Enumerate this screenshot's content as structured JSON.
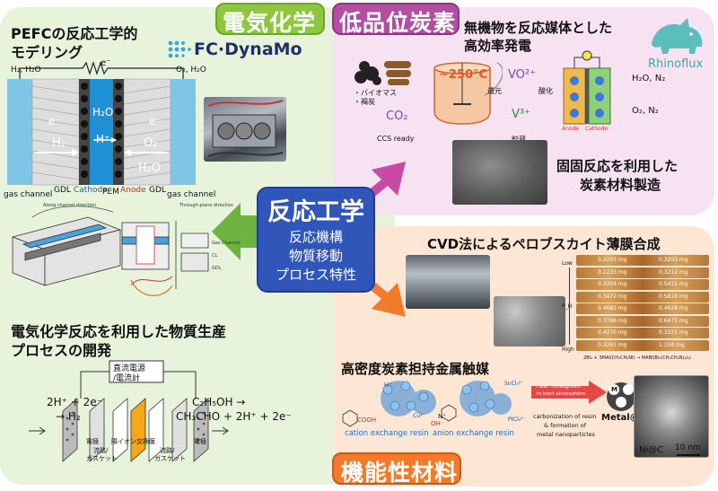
{
  "colors": {
    "green_panel": "#e8f3dc",
    "pink_panel": "#f7e2f1",
    "orange_panel": "#fde7d4",
    "green_tag": "#8dc63f",
    "pink_tag": "#b44ea3",
    "orange_tag": "#f27a2d",
    "center_box": "#2f56b8",
    "arrow_green": "#6cb33f",
    "arrow_pink": "#c94aa2",
    "arrow_orange": "#ef7b2b"
  },
  "tags": {
    "electrochem": "電気化学",
    "low_carbon": "低品位炭素",
    "functional": "機能性材料"
  },
  "center": {
    "title": "反応工学",
    "line1": "反応機構",
    "line2": "物質移動",
    "line3": "プロセス特性"
  },
  "pefc": {
    "title_line1": "PEFCの反応工学的",
    "title_line2": "モデリング",
    "logo": "FC·DynaMo",
    "top_left": "H₂, H₂O",
    "top_right": "O₂, H₂O",
    "electron": "e⁻",
    "e_left": "e⁻",
    "e_right": "e⁻",
    "h2_left": "H₂",
    "o2_right": "O₂",
    "h2o_right": "H₂O",
    "h2o_center": "H₂O",
    "hplus": "H⁺",
    "gas_channel_left": "gas channel",
    "gas_channel_right": "gas channel",
    "gdl_left": "GDL",
    "cathode": "Cathode",
    "pem": "PEM",
    "anode": "Anode",
    "gdl_right": "GDL"
  },
  "model3d": {
    "label_channel": "Along channel direction",
    "label_through": "Through-plane direction",
    "label_gas": "Gas Channel",
    "label_cl": "CL",
    "label_gdl": "GDL"
  },
  "production": {
    "title_line1": "電気化学反応を利用した物質生産",
    "title_line2": "プロセスの開発",
    "eq_left_1": "2H⁺ + 2e⁻",
    "eq_left_2": "→ H₂",
    "eq_right_1": "C₂H₅OH →",
    "eq_right_2": "CH₃CHO + 2H⁺ + 2e⁻",
    "power": "直流電源",
    "power2": "/電流計",
    "electrode_l": "電極",
    "membrane": "陽イオン交換膜",
    "channel_l": "流路/",
    "gasket_l": "ガスケット",
    "channel_r": "流路/",
    "gasket_r": "ガスケット",
    "electrode_r": "電極"
  },
  "rhinoflux": {
    "title_line1": "無機物を反応媒体とした",
    "title_line2": "高効率発電",
    "logo": "Rhinoflux",
    "biomass1": "・バイオマス",
    "biomass2": "・褐炭",
    "temp": "~250°C",
    "co2": "CO₂",
    "ccs": "CCS ready",
    "reduction": "還元",
    "vo2": "VO²⁺",
    "v3": "V³⁺",
    "storage": "貯蔵",
    "oxidation": "酸化",
    "h2o_n2": "H₂O, N₂",
    "o2_n2": "O₂, N₂",
    "anode": "Anode",
    "cathode": "Cathode"
  },
  "carbon": {
    "title_line1": "固固反応を利用した",
    "title_line2": "炭素材料製造"
  },
  "cvd": {
    "title": "CVD法によるペロブスカイト薄膜合成",
    "axis_low": "Low",
    "axis_high": "High",
    "axis_p": "P_H",
    "masses": [
      "0.2293 mg",
      "0.3203 mg",
      "0.1233 mg",
      "0.3212 mg",
      "0.3304 mg",
      "0.5431 mg",
      "0.3472 mg",
      "0.5810 mg",
      "0.4683 mg",
      "0.4628 mg",
      "0.3766 mg",
      "0.6475 mg",
      "0.4270 mg",
      "0.3331 mg",
      "0.3261 mg",
      "1.258 mg"
    ],
    "equation": "2BI₂ + 3MAI(CH₃CH₂NI) → MABI(Bi₂(CH₃CH₂N)₄I₉)"
  },
  "catalyst": {
    "title": "高密度炭素担持金属触媒",
    "cation_resin": "cation exchange resin",
    "anion_resin": "anion exchange resin",
    "heat1": "Heat metal@resin",
    "heat2": "in inert atmosphere",
    "carb1": "carbonization of resin",
    "carb2": "& formation of",
    "carb3": "metal nanoparticles",
    "metal_c": "Metal@C",
    "ni_c": "Ni@C",
    "scale": "10 nm",
    "cooh": "COOH",
    "amine": "N⁺",
    "oh": "OH⁻",
    "sncl": "SnCl₄²⁻",
    "ptcl": "PtCl₆²⁻",
    "m": "M",
    "hplus": "H⁺",
    "cu": "Cu²⁺"
  }
}
